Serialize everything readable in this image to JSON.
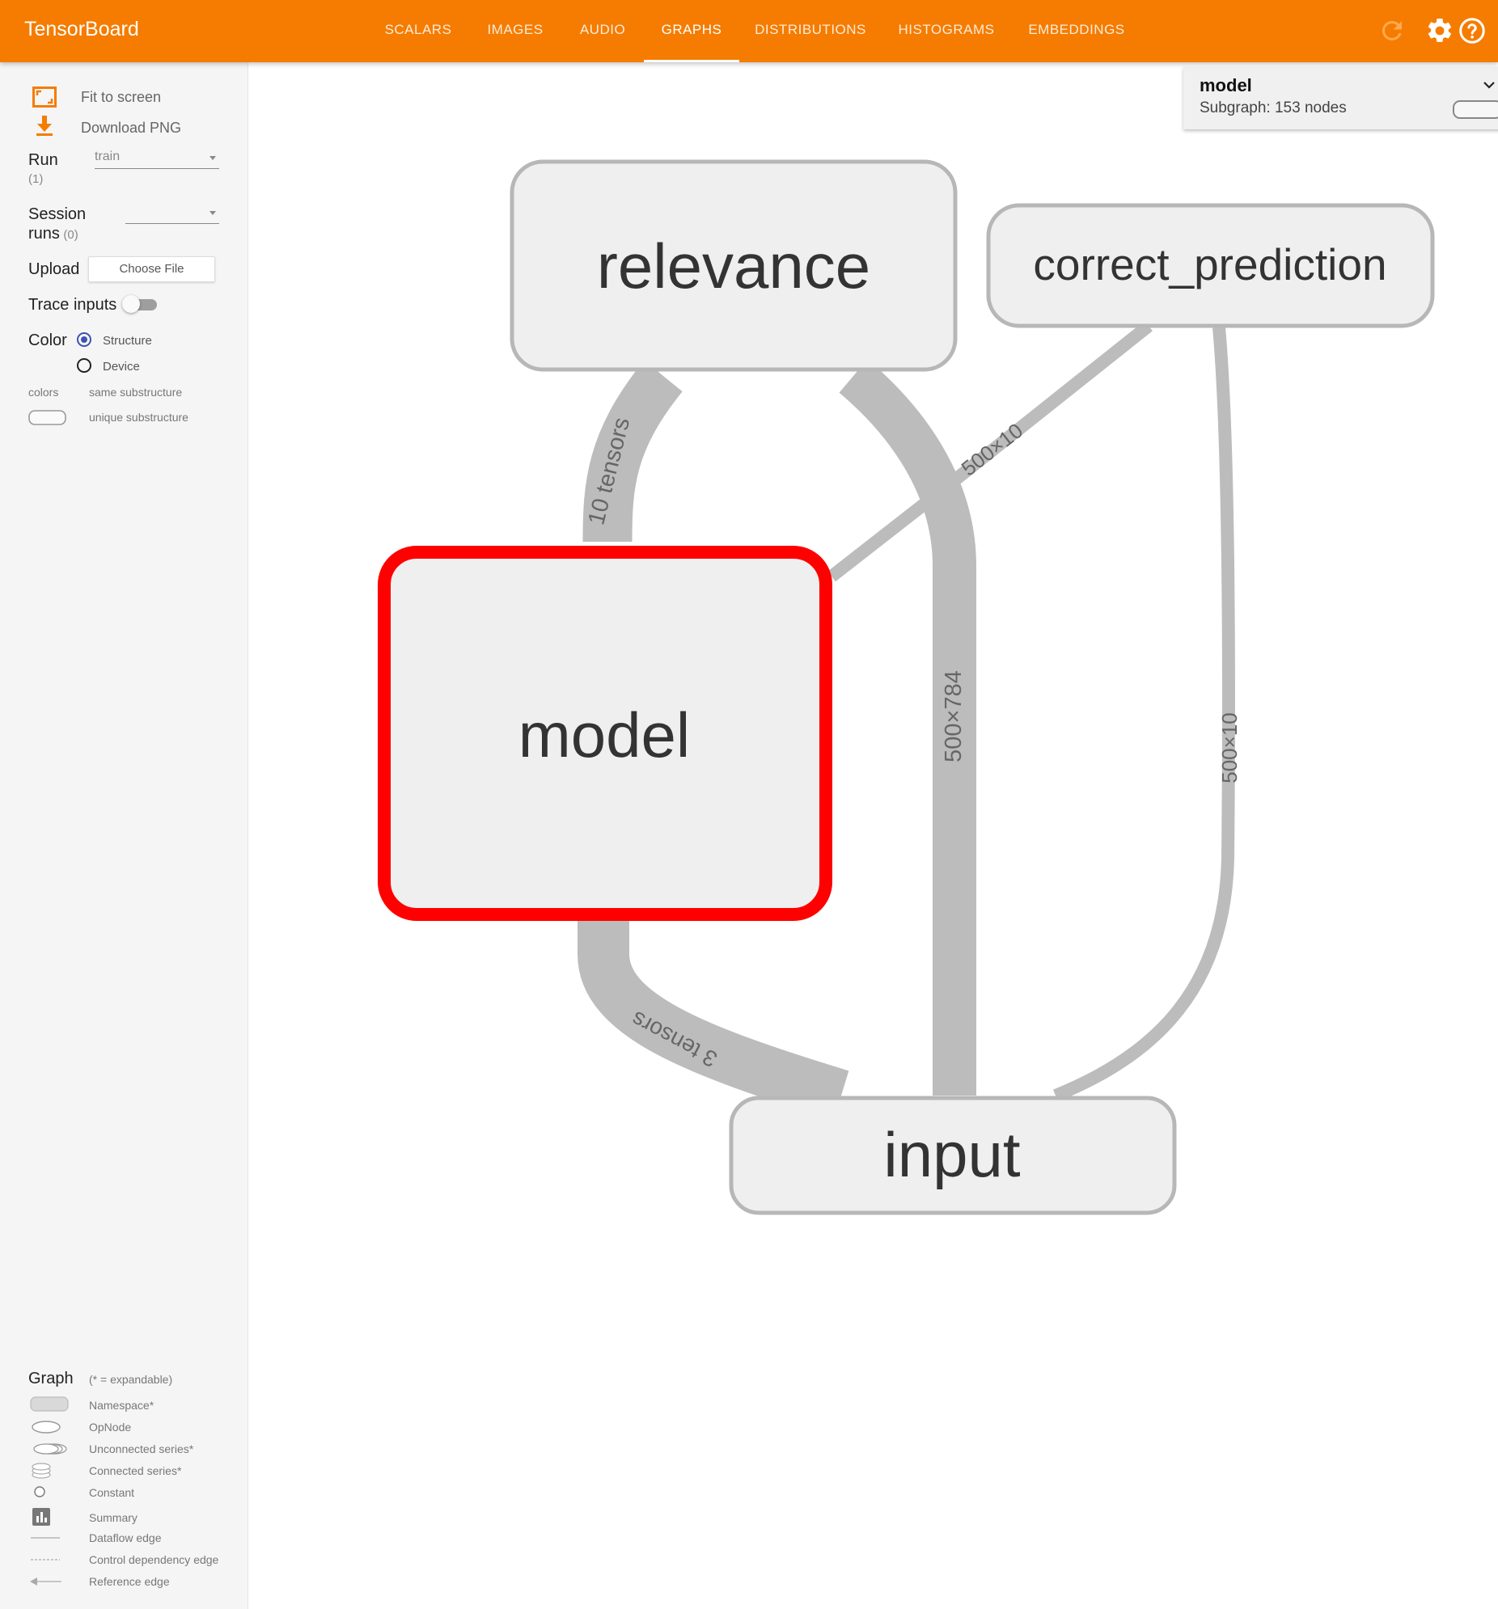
{
  "app": {
    "title": "TensorBoard"
  },
  "tabs": [
    {
      "label": "SCALARS"
    },
    {
      "label": "IMAGES"
    },
    {
      "label": "AUDIO"
    },
    {
      "label": "GRAPHS"
    },
    {
      "label": "DISTRIBUTIONS"
    },
    {
      "label": "HISTOGRAMS"
    },
    {
      "label": "EMBEDDINGS"
    }
  ],
  "active_tab": "GRAPHS",
  "colors": {
    "accent": "#f57c00",
    "selected_node": "#ff0000",
    "node_fill": "#efefef",
    "node_border": "#b7b7b7",
    "edge": "#bcbcbc",
    "radio": "#3f51b5"
  },
  "toolbar": {
    "fit_to_screen": "Fit to screen",
    "fit_icon": "fit-screen-icon",
    "download_png": "Download PNG",
    "download_icon": "download-icon"
  },
  "run": {
    "label": "Run",
    "count": "(1)",
    "value": "train"
  },
  "session_runs": {
    "label_line1": "Session",
    "label_line2": "runs",
    "count": "(0)",
    "value": ""
  },
  "upload": {
    "label": "Upload",
    "button": "Choose File"
  },
  "trace_inputs": {
    "label": "Trace inputs",
    "enabled": false
  },
  "color": {
    "label": "Color",
    "options": [
      {
        "label": "Structure",
        "checked": true
      },
      {
        "label": "Device",
        "checked": false
      }
    ],
    "legend_title": "colors",
    "legend_same": "same substructure",
    "legend_unique": "unique substructure"
  },
  "legend": {
    "title": "Graph",
    "note": "(* = expandable)",
    "items": [
      {
        "label": "Namespace*",
        "icon": "namespace-icon"
      },
      {
        "label": "OpNode",
        "icon": "opnode-icon"
      },
      {
        "label": "Unconnected series*",
        "icon": "unconnected-series-icon"
      },
      {
        "label": "Connected series*",
        "icon": "connected-series-icon"
      },
      {
        "label": "Constant",
        "icon": "constant-icon"
      },
      {
        "label": "Summary",
        "icon": "summary-icon"
      },
      {
        "label": "Dataflow edge",
        "icon": "dataflow-edge-icon"
      },
      {
        "label": "Control dependency edge",
        "icon": "control-edge-icon"
      },
      {
        "label": "Reference edge",
        "icon": "reference-edge-icon"
      }
    ]
  },
  "info_card": {
    "title": "model",
    "subtitle": "Subgraph: 153 nodes"
  },
  "graph": {
    "nodes": [
      {
        "label": "relevance"
      },
      {
        "label": "correct_prediction"
      },
      {
        "label": "model",
        "selected": true
      },
      {
        "label": "input"
      }
    ],
    "edge_labels": [
      "10 tensors",
      "500×10",
      "500×784",
      "500×10",
      "3 tensors"
    ]
  },
  "icons": {
    "reload": "reload-icon",
    "settings": "gear-icon",
    "help": "help-icon",
    "expand": "chevron-down-icon"
  }
}
